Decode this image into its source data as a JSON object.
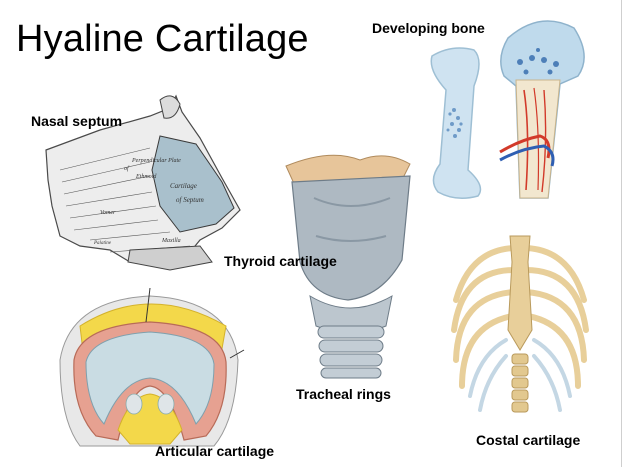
{
  "slide": {
    "title": "Hyaline Cartilage",
    "labels": {
      "developing_bone": "Developing bone",
      "nasal_septum": "Nasal septum",
      "thyroid_cartilage": "Thyroid cartilage",
      "tracheal_rings": "Tracheal rings",
      "articular_cartilage": "Articular cartilage",
      "costal_cartilage": "Costal cartilage"
    },
    "nasal_annotations": {
      "perpendicular_plate": "Perpendicular Plate",
      "of": "of",
      "ethmoid": "Ethmoid",
      "cartilage": "Cartilage",
      "of_septum": "of Septum",
      "vomer": "Vomer",
      "maxilla": "Maxilla",
      "palatine": "Palatine"
    }
  },
  "colors": {
    "cartilage_blue": "#a9c6d6",
    "bone_ivory": "#efe0b4",
    "fat_yellow": "#f3d84a",
    "synovium_pink": "#e6a191",
    "vessel_red": "#d23a2a",
    "vessel_blue": "#2f5fb3"
  }
}
